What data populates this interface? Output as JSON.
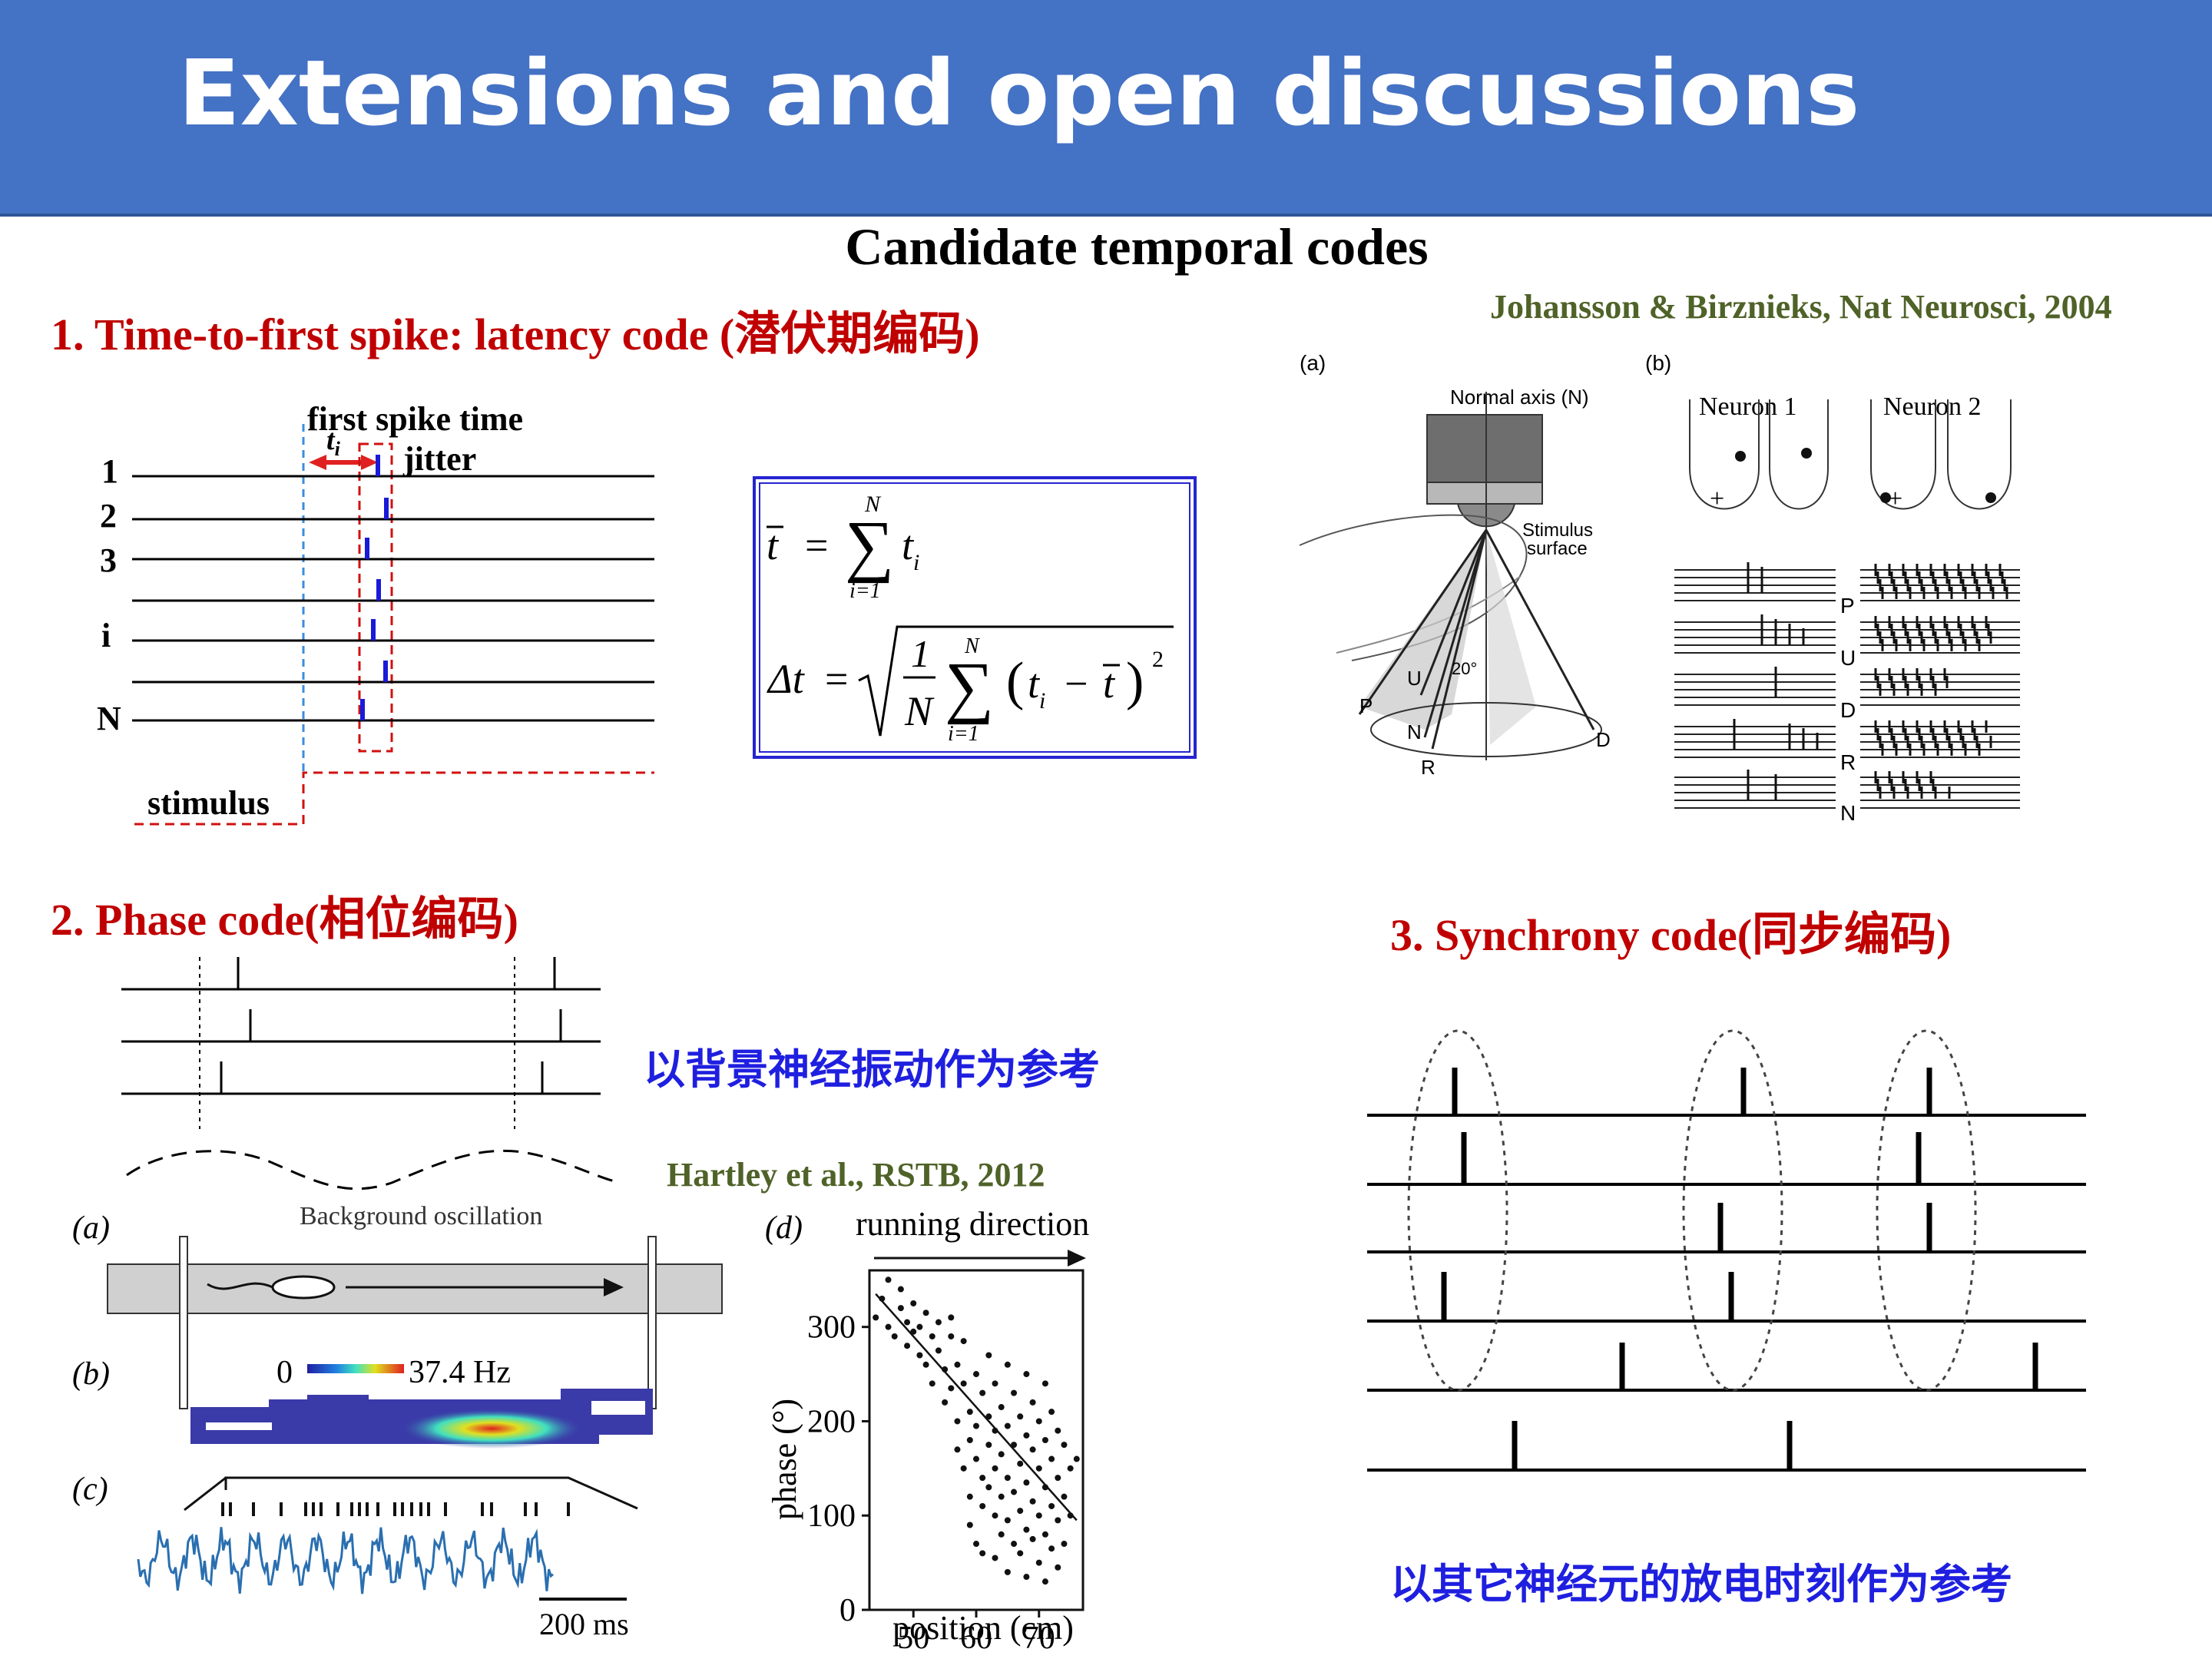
{
  "header": {
    "title": "Extensions and open discussions"
  },
  "subtitle": "Candidate temporal codes",
  "latency": {
    "heading_en": "1. Time-to-first spike: latency code (",
    "heading_cn": "潜伏期编码",
    "heading_close": ")",
    "first_spike_label": "first spike time",
    "ti_label": "t",
    "ti_sub": "i",
    "jitter_label": "jitter",
    "row_labels": [
      "1",
      "2",
      "3",
      "i",
      "N"
    ],
    "stimulus_label": "stimulus",
    "formula": {
      "mean_lhs": "t",
      "eq": "=",
      "sum_top": "N",
      "sum_bottom": "i=1",
      "sum_term": "t",
      "sum_term_sub": "i",
      "delta_lhs": "Δt",
      "frac_num": "1",
      "frac_den": "N",
      "sq": "2",
      "minus": "−"
    }
  },
  "johansson": {
    "citation": "Johansson & Birznieks, Nat Neurosci, 2004",
    "panel_a": "(a)",
    "panel_b": "(b)",
    "normal_axis": "Normal axis (N)",
    "stimulus_surface_1": "Stimulus",
    "stimulus_surface_2": "surface",
    "angle": "20°",
    "directions": [
      "P",
      "U",
      "N",
      "R",
      "D"
    ],
    "neuron1": "Neuron 1",
    "neuron2": "Neuron 2",
    "raster_labels": [
      "P",
      "U",
      "D",
      "R",
      "N"
    ]
  },
  "phase": {
    "heading_en": "2. Phase code(",
    "heading_cn": "相位编码",
    "heading_close": ")",
    "note_cn": "以背景神经振动作为参考",
    "bg_osc": "Background oscillation",
    "citation": "Hartley et al., RSTB, 2012",
    "panel_a": "(a)",
    "panel_b": "(b)",
    "panel_c": "(c)",
    "panel_d": "(d)",
    "rate_min": "0",
    "rate_max": "37.4 Hz",
    "scale_bar": "200 ms",
    "running_direction": "running direction"
  },
  "chart_data": {
    "type": "scatter",
    "title": "",
    "xlabel": "position (cm)",
    "ylabel": "phase (°)",
    "xlim": [
      43,
      77
    ],
    "ylim": [
      0,
      360
    ],
    "xticks": [
      50,
      60,
      70
    ],
    "yticks": [
      0,
      100,
      200,
      300
    ],
    "regression": [
      [
        44,
        335
      ],
      [
        76,
        95
      ]
    ],
    "points": [
      [
        44,
        310
      ],
      [
        45,
        330
      ],
      [
        46,
        300
      ],
      [
        46,
        350
      ],
      [
        47,
        290
      ],
      [
        48,
        320
      ],
      [
        48,
        340
      ],
      [
        49,
        280
      ],
      [
        49,
        305
      ],
      [
        50,
        295
      ],
      [
        50,
        325
      ],
      [
        51,
        270
      ],
      [
        51,
        300
      ],
      [
        52,
        315
      ],
      [
        52,
        260
      ],
      [
        53,
        290
      ],
      [
        53,
        240
      ],
      [
        54,
        305
      ],
      [
        54,
        275
      ],
      [
        55,
        255
      ],
      [
        55,
        220
      ],
      [
        56,
        290
      ],
      [
        56,
        310
      ],
      [
        56,
        235
      ],
      [
        57,
        260
      ],
      [
        57,
        200
      ],
      [
        57,
        170
      ],
      [
        58,
        285
      ],
      [
        58,
        240
      ],
      [
        58,
        150
      ],
      [
        59,
        210
      ],
      [
        59,
        180
      ],
      [
        59,
        120
      ],
      [
        59,
        90
      ],
      [
        60,
        250
      ],
      [
        60,
        195
      ],
      [
        60,
        160
      ],
      [
        60,
        70
      ],
      [
        61,
        230
      ],
      [
        61,
        140
      ],
      [
        61,
        110
      ],
      [
        61,
        60
      ],
      [
        62,
        270
      ],
      [
        62,
        205
      ],
      [
        62,
        175
      ],
      [
        62,
        130
      ],
      [
        63,
        240
      ],
      [
        63,
        190
      ],
      [
        63,
        150
      ],
      [
        63,
        100
      ],
      [
        63,
        55
      ],
      [
        64,
        215
      ],
      [
        64,
        165
      ],
      [
        64,
        120
      ],
      [
        64,
        80
      ],
      [
        65,
        260
      ],
      [
        65,
        195
      ],
      [
        65,
        140
      ],
      [
        65,
        95
      ],
      [
        65,
        40
      ],
      [
        66,
        230
      ],
      [
        66,
        175
      ],
      [
        66,
        125
      ],
      [
        66,
        70
      ],
      [
        67,
        205
      ],
      [
        67,
        155
      ],
      [
        67,
        105
      ],
      [
        67,
        60
      ],
      [
        68,
        250
      ],
      [
        68,
        185
      ],
      [
        68,
        135
      ],
      [
        68,
        85
      ],
      [
        68,
        35
      ],
      [
        69,
        220
      ],
      [
        69,
        170
      ],
      [
        69,
        115
      ],
      [
        69,
        75
      ],
      [
        70,
        200
      ],
      [
        70,
        150
      ],
      [
        70,
        100
      ],
      [
        70,
        50
      ],
      [
        71,
        240
      ],
      [
        71,
        180
      ],
      [
        71,
        130
      ],
      [
        71,
        80
      ],
      [
        71,
        30
      ],
      [
        72,
        210
      ],
      [
        72,
        160
      ],
      [
        72,
        110
      ],
      [
        72,
        65
      ],
      [
        73,
        190
      ],
      [
        73,
        140
      ],
      [
        73,
        95
      ],
      [
        73,
        45
      ],
      [
        74,
        175
      ],
      [
        74,
        120
      ],
      [
        74,
        70
      ],
      [
        75,
        150
      ],
      [
        75,
        100
      ],
      [
        76,
        160
      ]
    ]
  },
  "synchrony": {
    "heading_en": "3. Synchrony code(",
    "heading_cn": "同步编码",
    "heading_close": ")",
    "note_cn": "以其它神经元的放电时刻作为参考"
  }
}
